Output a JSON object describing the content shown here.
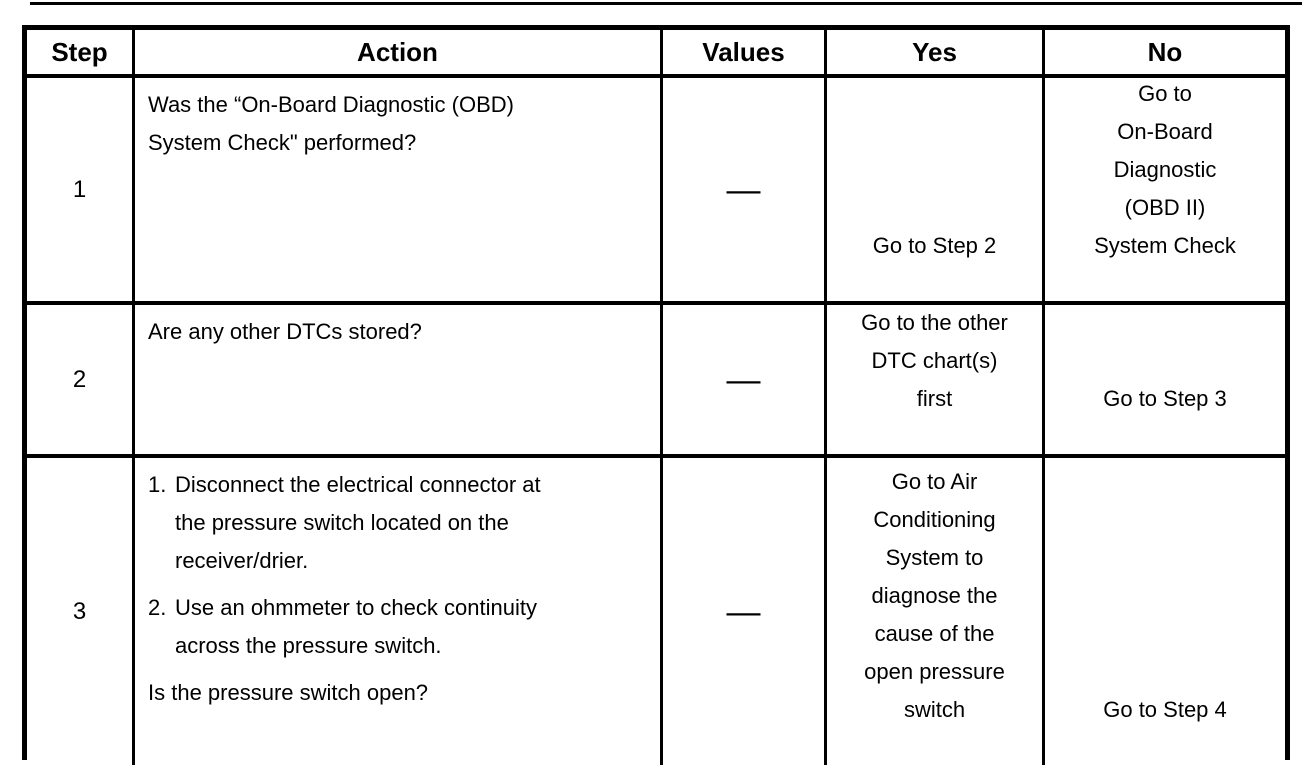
{
  "table": {
    "headers": [
      "Step",
      "Action",
      "Values",
      "Yes",
      "No"
    ],
    "rows": [
      {
        "step": "1",
        "action_lines": [
          "Was the “On-Board Diagnostic (OBD)",
          "System Check\" performed?"
        ],
        "value": "—",
        "yes_lines": [
          "Go to Step 2"
        ],
        "no_lines": [
          "Go to",
          "On-Board",
          "Diagnostic",
          "(OBD II)",
          "System Check"
        ]
      },
      {
        "step": "2",
        "action_lines": [
          "Are any other DTCs stored?"
        ],
        "value": "—",
        "yes_lines": [
          "Go to the other",
          "DTC chart(s)",
          "first"
        ],
        "no_lines": [
          "Go to Step 3"
        ]
      },
      {
        "step": "3",
        "action_items": [
          {
            "num": "1.",
            "lines": [
              "Disconnect the electrical connector at",
              "the pressure switch located on the",
              "receiver/drier."
            ]
          },
          {
            "num": "2.",
            "lines": [
              "Use an ohmmeter to check continuity",
              "across the pressure switch."
            ]
          }
        ],
        "action_question": "Is the pressure switch open?",
        "value": "—",
        "yes_lines": [
          "Go to Air",
          "Conditioning",
          "System to",
          "diagnose the",
          "cause of the",
          "open pressure",
          "switch"
        ],
        "no_lines": [
          "Go to Step 4"
        ]
      }
    ]
  }
}
